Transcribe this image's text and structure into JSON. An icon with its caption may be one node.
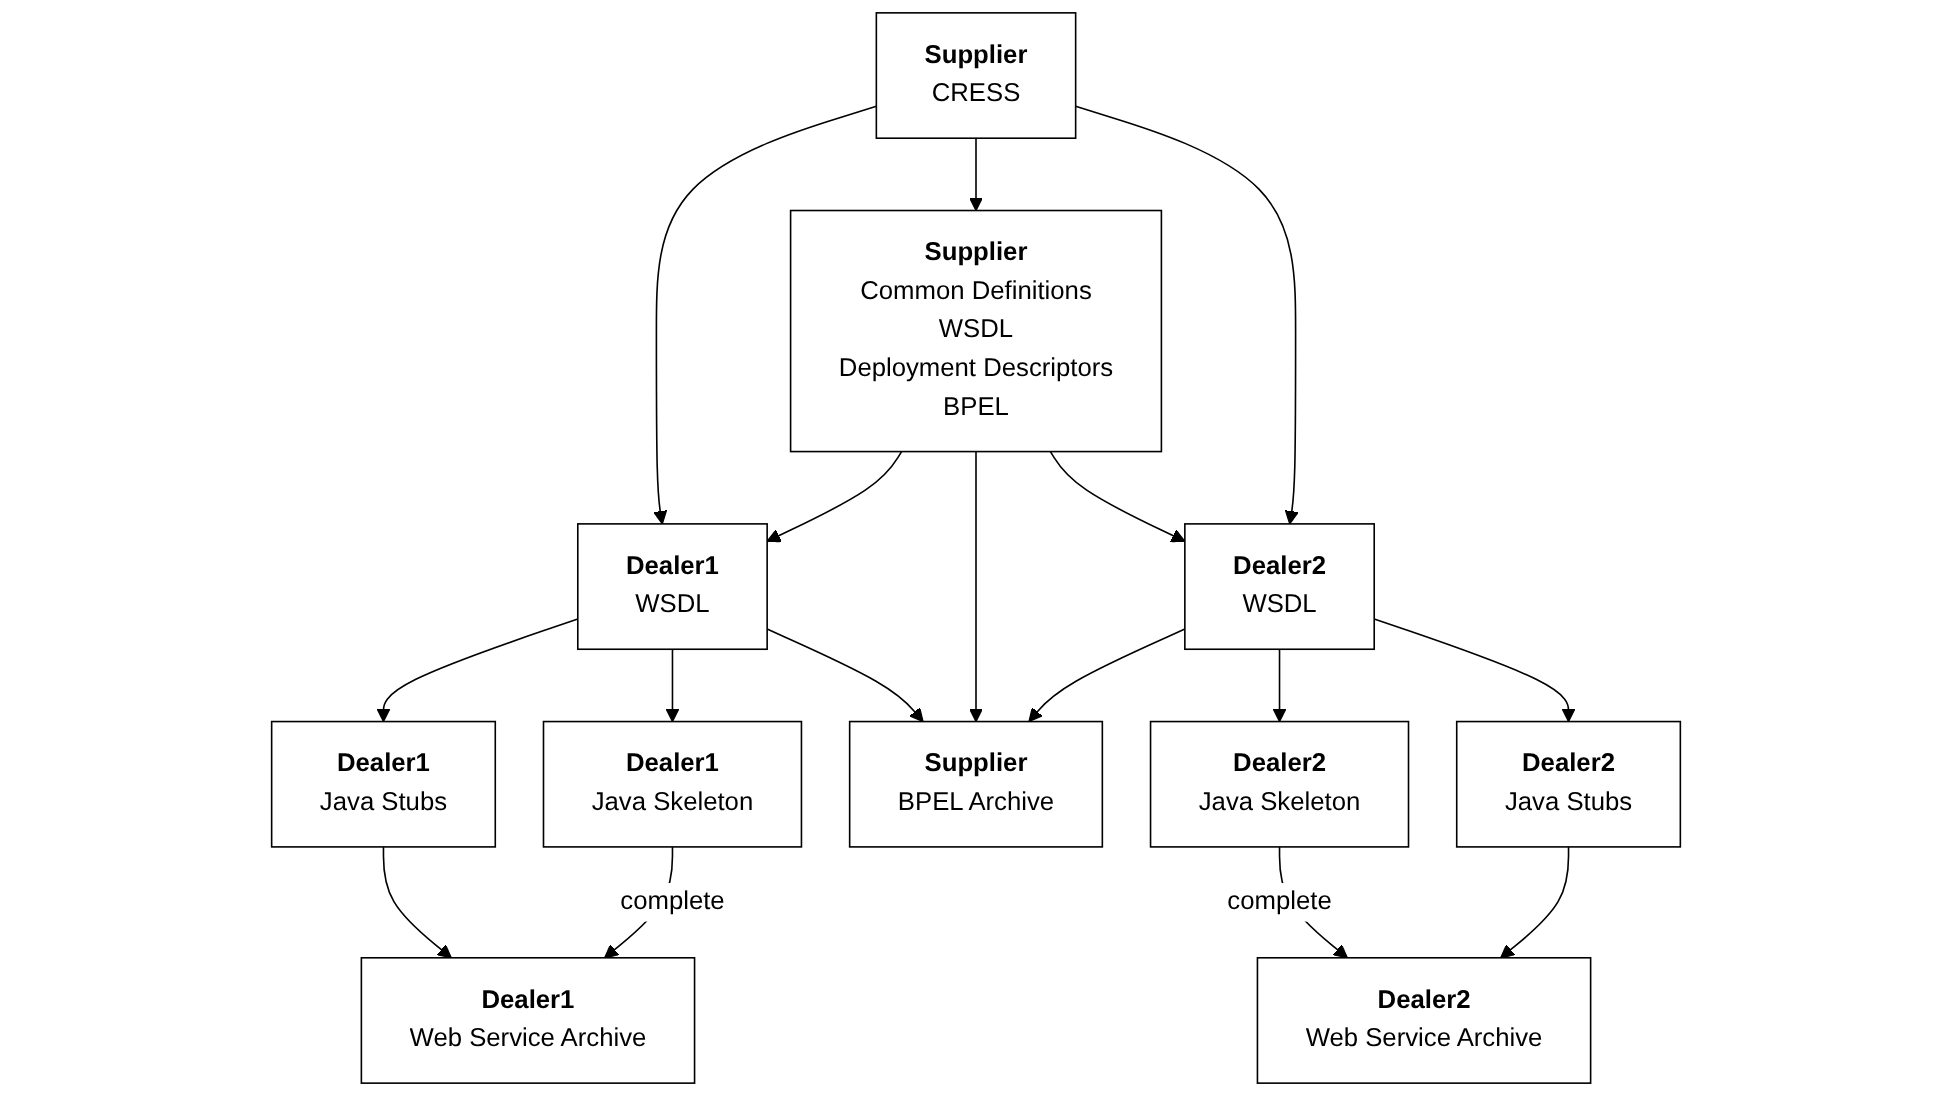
{
  "diagram": {
    "nodes": [
      {
        "text": [
          "Supplier",
          "CRESS"
        ]
      },
      {
        "text": [
          "Dealer1",
          "WSDL"
        ]
      },
      {
        "text": [
          "Supplier",
          "Common Definitions",
          "WSDL",
          "Deployment Descriptors",
          "BPEL"
        ]
      },
      {
        "text": [
          "Dealer2",
          "WSDL"
        ]
      },
      {
        "text": [
          "Dealer1",
          "Java Stubs"
        ]
      },
      {
        "text": [
          "Dealer1",
          "Java Skeleton"
        ]
      },
      {
        "text": [
          "Dealer2",
          "Java Skeleton"
        ]
      },
      {
        "text": [
          "Dealer2",
          "Java Stubs"
        ]
      },
      {
        "text": [
          "Dealer1",
          "Web Service Archive"
        ]
      },
      {
        "text": [
          "Supplier",
          "BPEL Archive"
        ]
      },
      {
        "text": [
          "Dealer2",
          "Web Service Archive"
        ]
      }
    ],
    "edges": [
      {
        "from": 0,
        "to": 1,
        "arrow": "to"
      },
      {
        "from": 0,
        "to": 2,
        "arrow": "to"
      },
      {
        "from": 0,
        "to": 3,
        "arrow": "to"
      },
      {
        "from": 2,
        "to": 1,
        "arrow": "to"
      },
      {
        "from": 2,
        "to": 9,
        "arrow": "to"
      },
      {
        "from": 2,
        "to": 3,
        "arrow": "to"
      },
      {
        "from": 1,
        "to": 4,
        "arrow": "to"
      },
      {
        "from": 1,
        "to": 5,
        "arrow": "to"
      },
      {
        "from": 1,
        "to": 9,
        "arrow": "to"
      },
      {
        "from": 3,
        "to": 9,
        "arrow": "to"
      },
      {
        "from": 3,
        "to": 6,
        "arrow": "to"
      },
      {
        "from": 3,
        "to": 7,
        "arrow": "to"
      },
      {
        "from": 4,
        "to": 8,
        "arrow": "to"
      },
      {
        "from": 5,
        "to": 8,
        "arrow": "to",
        "label": "complete"
      },
      {
        "from": 6,
        "to": 10,
        "arrow": "to",
        "label": "complete"
      },
      {
        "from": 7,
        "to": 10,
        "arrow": "to"
      }
    ]
  }
}
